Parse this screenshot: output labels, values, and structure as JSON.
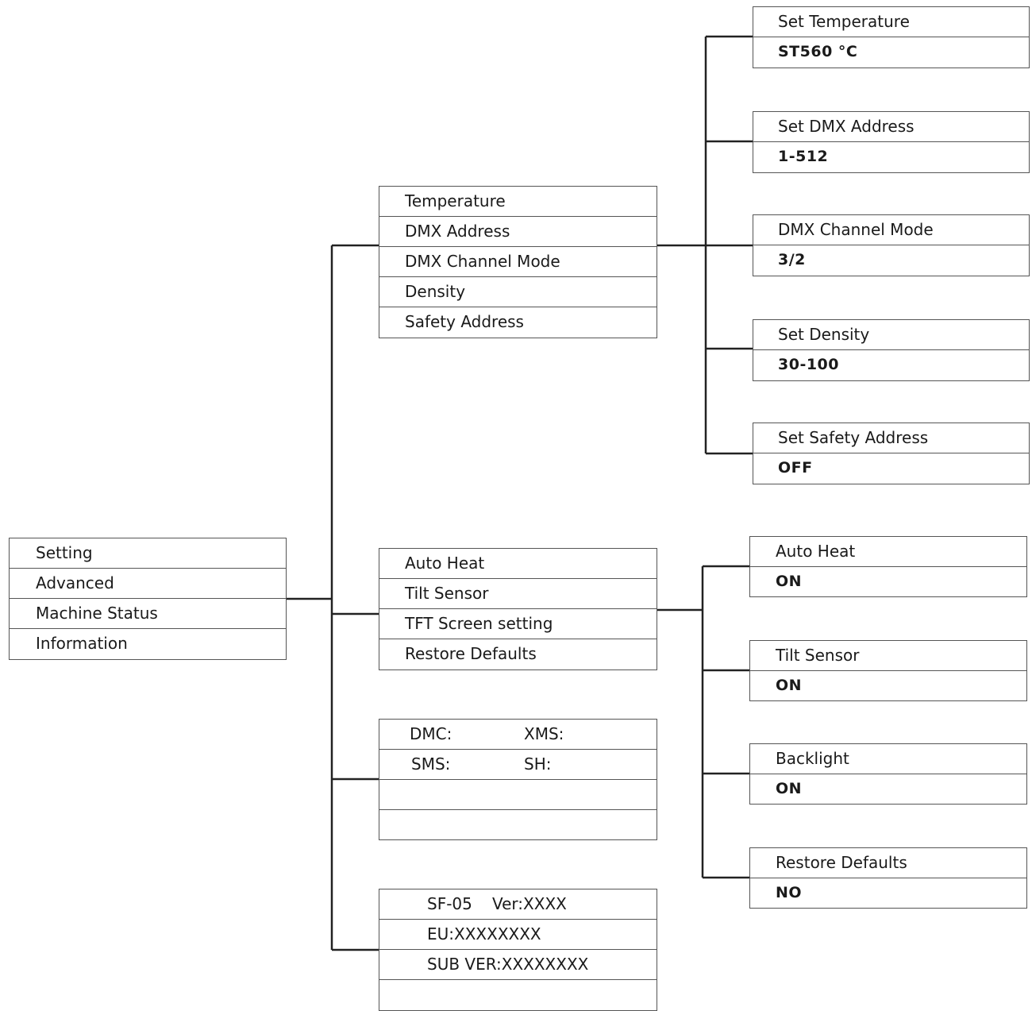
{
  "main_menu": [
    "Setting",
    "Advanced",
    "Machine Status",
    "Information"
  ],
  "setting_menu": [
    "Temperature",
    "DMX Address",
    "DMX Channel Mode",
    "Density",
    "Safety Address"
  ],
  "setting_details": [
    {
      "title": "Set Temperature",
      "value": "ST560 °C"
    },
    {
      "title": "Set DMX Address",
      "value": "1-512"
    },
    {
      "title": "DMX Channel Mode",
      "value": "3/2"
    },
    {
      "title": "Set Density",
      "value": "30-100"
    },
    {
      "title": "Set Safety Address",
      "value": "OFF"
    }
  ],
  "advanced_menu": [
    "Auto Heat",
    "Tilt Sensor",
    "TFT Screen setting",
    "Restore Defaults"
  ],
  "advanced_details": [
    {
      "title": "Auto Heat",
      "value": "ON"
    },
    {
      "title": "Tilt  Sensor",
      "value": "ON"
    },
    {
      "title": "Backlight",
      "value": "ON"
    },
    {
      "title": "Restore Defaults",
      "value": "NO"
    }
  ],
  "machine_status": {
    "dmc_label": "DMC:",
    "xms_label": "XMS:",
    "sms_label": "SMS:",
    "sh_label": "SH:"
  },
  "information": {
    "model": "SF-05",
    "version": "Ver:XXXX",
    "eu": "EU:XXXXXXXX",
    "sub_ver": "SUB VER:XXXXXXXX"
  }
}
